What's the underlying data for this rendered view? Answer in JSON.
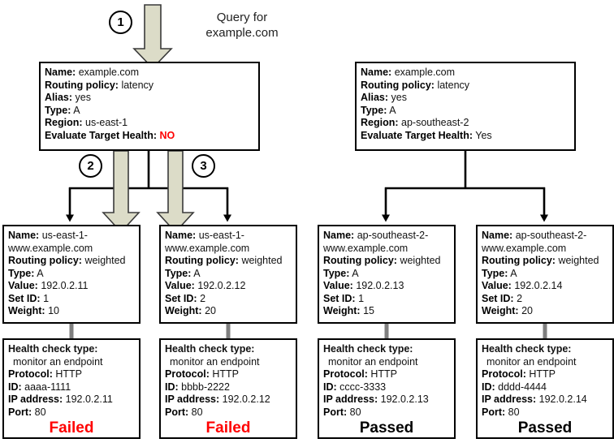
{
  "diagram": {
    "title_callout": "Query for\nexample.com",
    "steps": [
      {
        "id": "1",
        "label": "1"
      },
      {
        "id": "2",
        "label": "2"
      },
      {
        "id": "3",
        "label": "3"
      }
    ],
    "colors": {
      "flow_arrow_fill": "#dcdcc8",
      "flow_arrow_stroke": "#3a3a3a",
      "connector": "#000000",
      "health_link": "#7f7f7f",
      "failed": "#ff0000",
      "passed": "#000000"
    },
    "alias_records": [
      {
        "name_key": "Name:",
        "name_value": "example.com",
        "routing_key": "Routing policy:",
        "routing_value": "latency",
        "alias_key": "Alias:",
        "alias_value": "yes",
        "type_key": "Type:",
        "type_value": "A",
        "region_key": "Region:",
        "region_value": "us-east-1",
        "eth_key": "Evaluate Target Health:",
        "eth_value": "NO",
        "eth_state": "no"
      },
      {
        "name_key": "Name:",
        "name_value": "example.com",
        "routing_key": "Routing policy:",
        "routing_value": "latency",
        "alias_key": "Alias:",
        "alias_value": "yes",
        "type_key": "Type:",
        "type_value": "A",
        "region_key": "Region:",
        "region_value": "ap-southeast-2",
        "eth_key": "Evaluate Target Health:",
        "eth_value": "Yes",
        "eth_state": "yes"
      }
    ],
    "weighted_records": [
      {
        "name_key": "Name:",
        "name_line1": "us-east-1-",
        "name_line2": "www.example.com",
        "routing_key": "Routing policy:",
        "routing_value": "weighted",
        "type_key": "Type:",
        "type_value": "A",
        "value_key": "Value:",
        "value_value": "192.0.2.11",
        "setid_key": "Set ID:",
        "setid_value": "1",
        "weight_key": "Weight:",
        "weight_value": "10"
      },
      {
        "name_key": "Name:",
        "name_line1": "us-east-1-",
        "name_line2": "www.example.com",
        "routing_key": "Routing policy:",
        "routing_value": "weighted",
        "type_key": "Type:",
        "type_value": "A",
        "value_key": "Value:",
        "value_value": "192.0.2.12",
        "setid_key": "Set ID:",
        "setid_value": "2",
        "weight_key": "Weight:",
        "weight_value": "20"
      },
      {
        "name_key": "Name:",
        "name_line1": "ap-southeast-2-",
        "name_line2": "www.example.com",
        "routing_key": "Routing policy:",
        "routing_value": "weighted",
        "type_key": "Type:",
        "type_value": "A",
        "value_key": "Value:",
        "value_value": "192.0.2.13",
        "setid_key": "Set ID:",
        "setid_value": "1",
        "weight_key": "Weight:",
        "weight_value": "15"
      },
      {
        "name_key": "Name:",
        "name_line1": "ap-southeast-2-",
        "name_line2": "www.example.com",
        "routing_key": "Routing policy:",
        "routing_value": "weighted",
        "type_key": "Type:",
        "type_value": "A",
        "value_key": "Value:",
        "value_value": "192.0.2.14",
        "setid_key": "Set ID:",
        "setid_value": "2",
        "weight_key": "Weight:",
        "weight_value": "20"
      }
    ],
    "health_checks": [
      {
        "type_key": "Health check type:",
        "type_value": "monitor an endpoint",
        "protocol_key": "Protocol:",
        "protocol_value": "HTTP",
        "id_key": "ID:",
        "id_value": "aaaa-1111",
        "ip_key": "IP address:",
        "ip_value": "192.0.2.11",
        "port_key": "Port:",
        "port_value": "80",
        "status": "Failed",
        "status_state": "failed"
      },
      {
        "type_key": "Health check type:",
        "type_value": "monitor an endpoint",
        "protocol_key": "Protocol:",
        "protocol_value": "HTTP",
        "id_key": "ID:",
        "id_value": "bbbb-2222",
        "ip_key": "IP address:",
        "ip_value": "192.0.2.12",
        "port_key": "Port:",
        "port_value": "80",
        "status": "Failed",
        "status_state": "failed"
      },
      {
        "type_key": "Health check type:",
        "type_value": "monitor an endpoint",
        "protocol_key": "Protocol:",
        "protocol_value": "HTTP",
        "id_key": "ID:",
        "id_value": "cccc-3333",
        "ip_key": "IP address:",
        "ip_value": "192.0.2.13",
        "port_key": "Port:",
        "port_value": "80",
        "status": "Passed",
        "status_state": "passed"
      },
      {
        "type_key": "Health check type:",
        "type_value": "monitor an endpoint",
        "protocol_key": "Protocol:",
        "protocol_value": "HTTP",
        "id_key": "ID:",
        "id_value": "dddd-4444",
        "ip_key": "IP address:",
        "ip_value": "192.0.2.14",
        "port_key": "Port:",
        "port_value": "80",
        "status": "Passed",
        "status_state": "passed"
      }
    ]
  }
}
